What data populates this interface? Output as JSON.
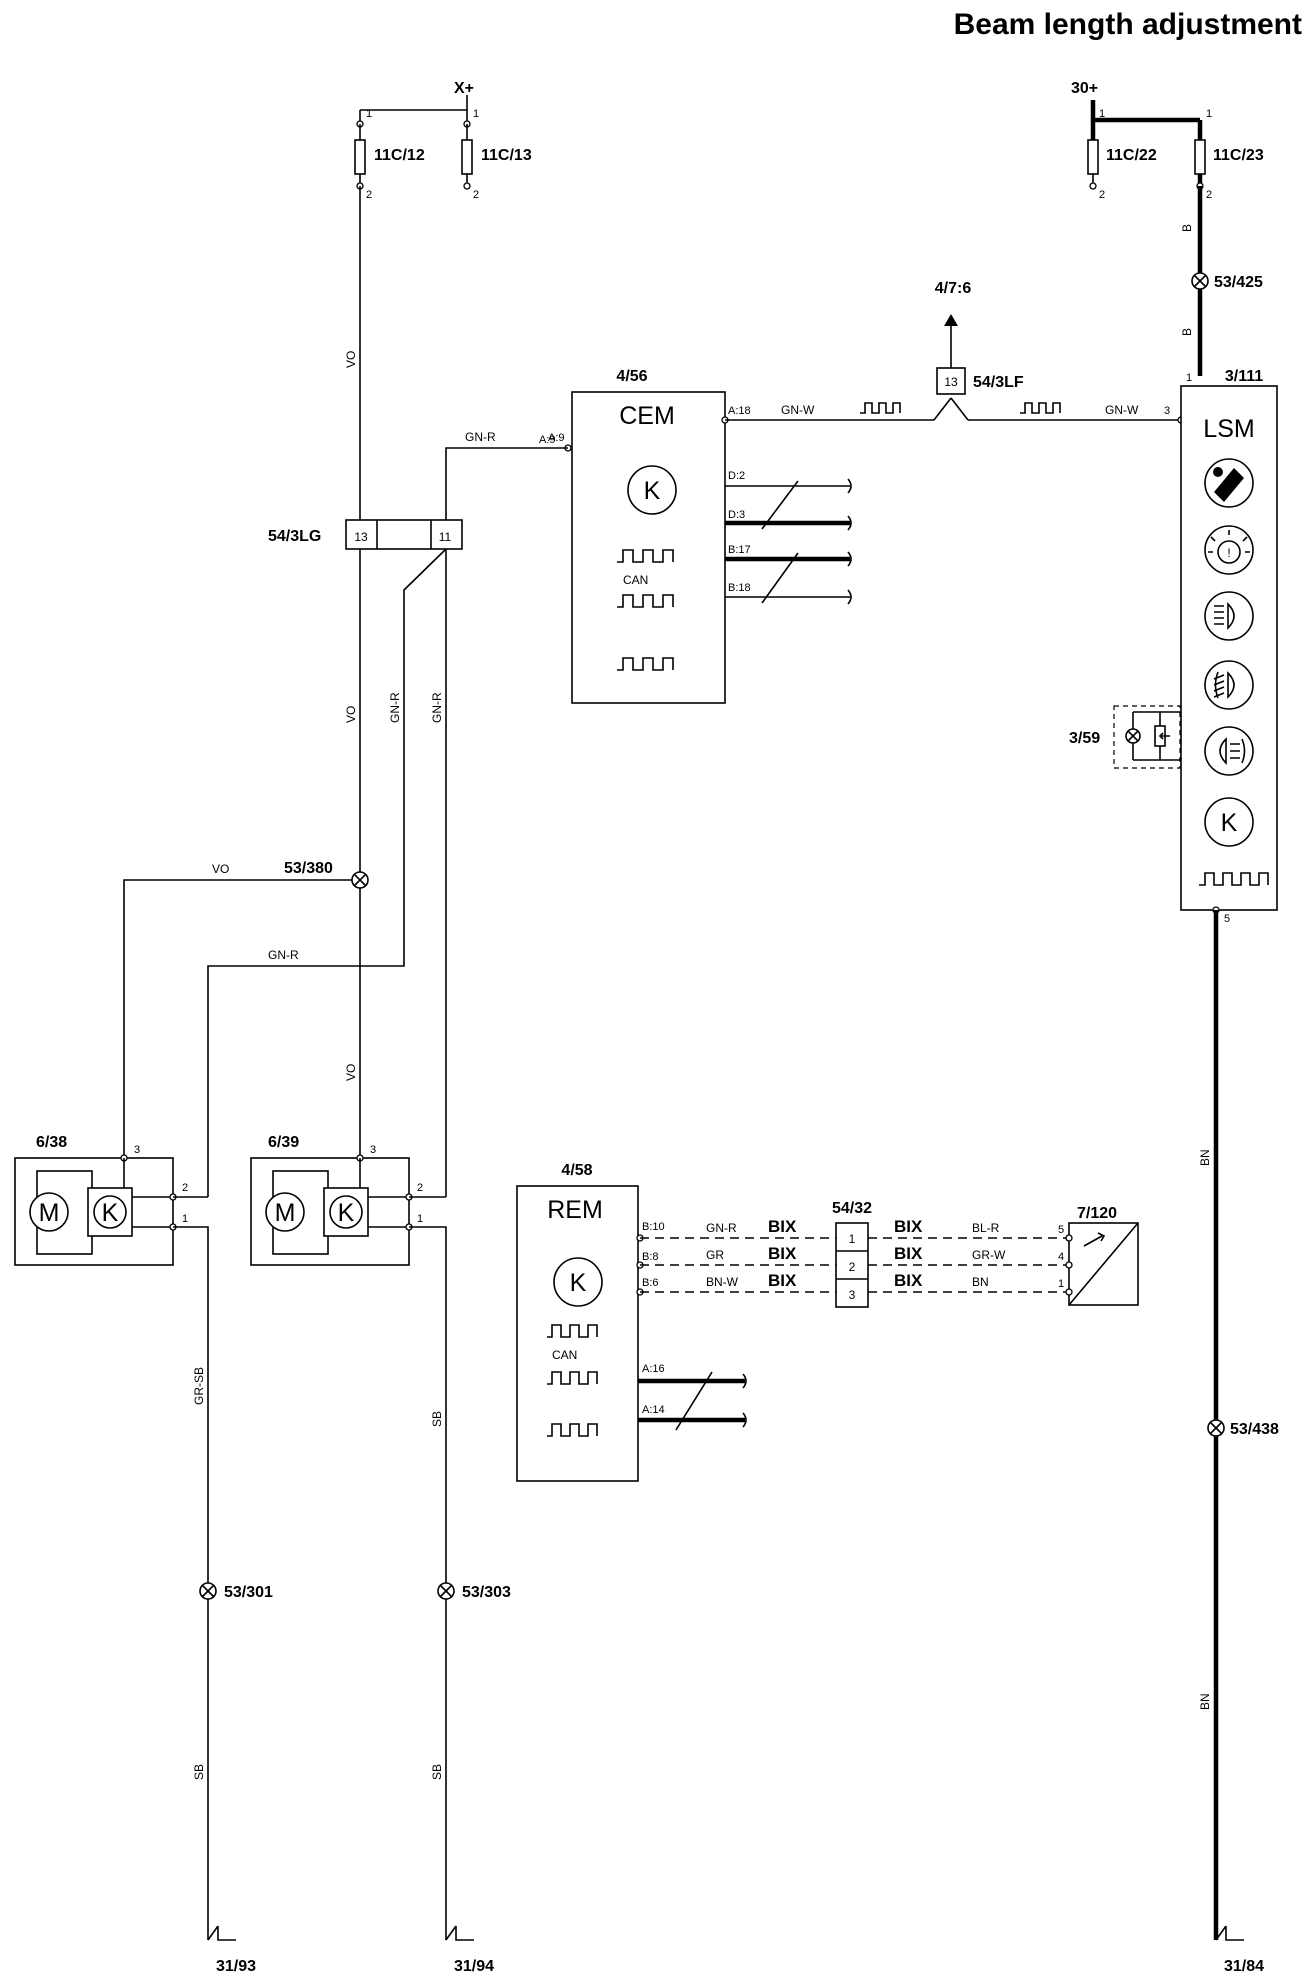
{
  "title": "Beam length adjustment",
  "supplies": {
    "x_plus": "X+",
    "b30_plus": "30+"
  },
  "fuses": {
    "f1": "11C/12",
    "f2": "11C/13",
    "f3": "11C/22",
    "f4": "11C/23"
  },
  "components": {
    "cem_ref": "4/56",
    "cem_name": "CEM",
    "lsm_ref": "3/111",
    "lsm_name": "LSM",
    "rem_ref": "4/58",
    "rem_name": "REM",
    "motor_left": "6/38",
    "motor_right": "6/39",
    "sensor": "7/120",
    "lamp": "3/59",
    "can": "CAN",
    "motor_symbol": "M",
    "ctrl_symbol": "K"
  },
  "connectors": {
    "c3lg": "54/3LG",
    "c3lf": "54/3LF",
    "c32": "54/32",
    "c476": "4/7:6"
  },
  "splices": {
    "s425": "53/425",
    "s380": "53/380",
    "s301": "53/301",
    "s303": "53/303",
    "s438": "53/438"
  },
  "grounds": {
    "g93": "31/93",
    "g94": "31/94",
    "g84": "31/84"
  },
  "pins": {
    "p1": "1",
    "p2": "2",
    "p3": "3",
    "p4": "4",
    "p5": "5",
    "p11": "11",
    "p13": "13",
    "cem_a18": "A:18",
    "cem_a9": "A:9",
    "cem_d2": "D:2",
    "cem_d3": "D:3",
    "cem_b17": "B:17",
    "cem_b18": "B:18",
    "rem_b10": "B:10",
    "rem_b8": "B:8",
    "rem_b6": "B:6",
    "rem_a16": "A:16",
    "rem_a14": "A:14"
  },
  "wires": {
    "vo": "VO",
    "gnr": "GN-R",
    "gnw": "GN-W",
    "b": "B",
    "bn": "BN",
    "grsb": "GR-SB",
    "sb": "SB",
    "gr": "GR",
    "bnw": "BN-W",
    "blr": "BL-R",
    "grw": "GR-W",
    "bix": "BIX"
  }
}
